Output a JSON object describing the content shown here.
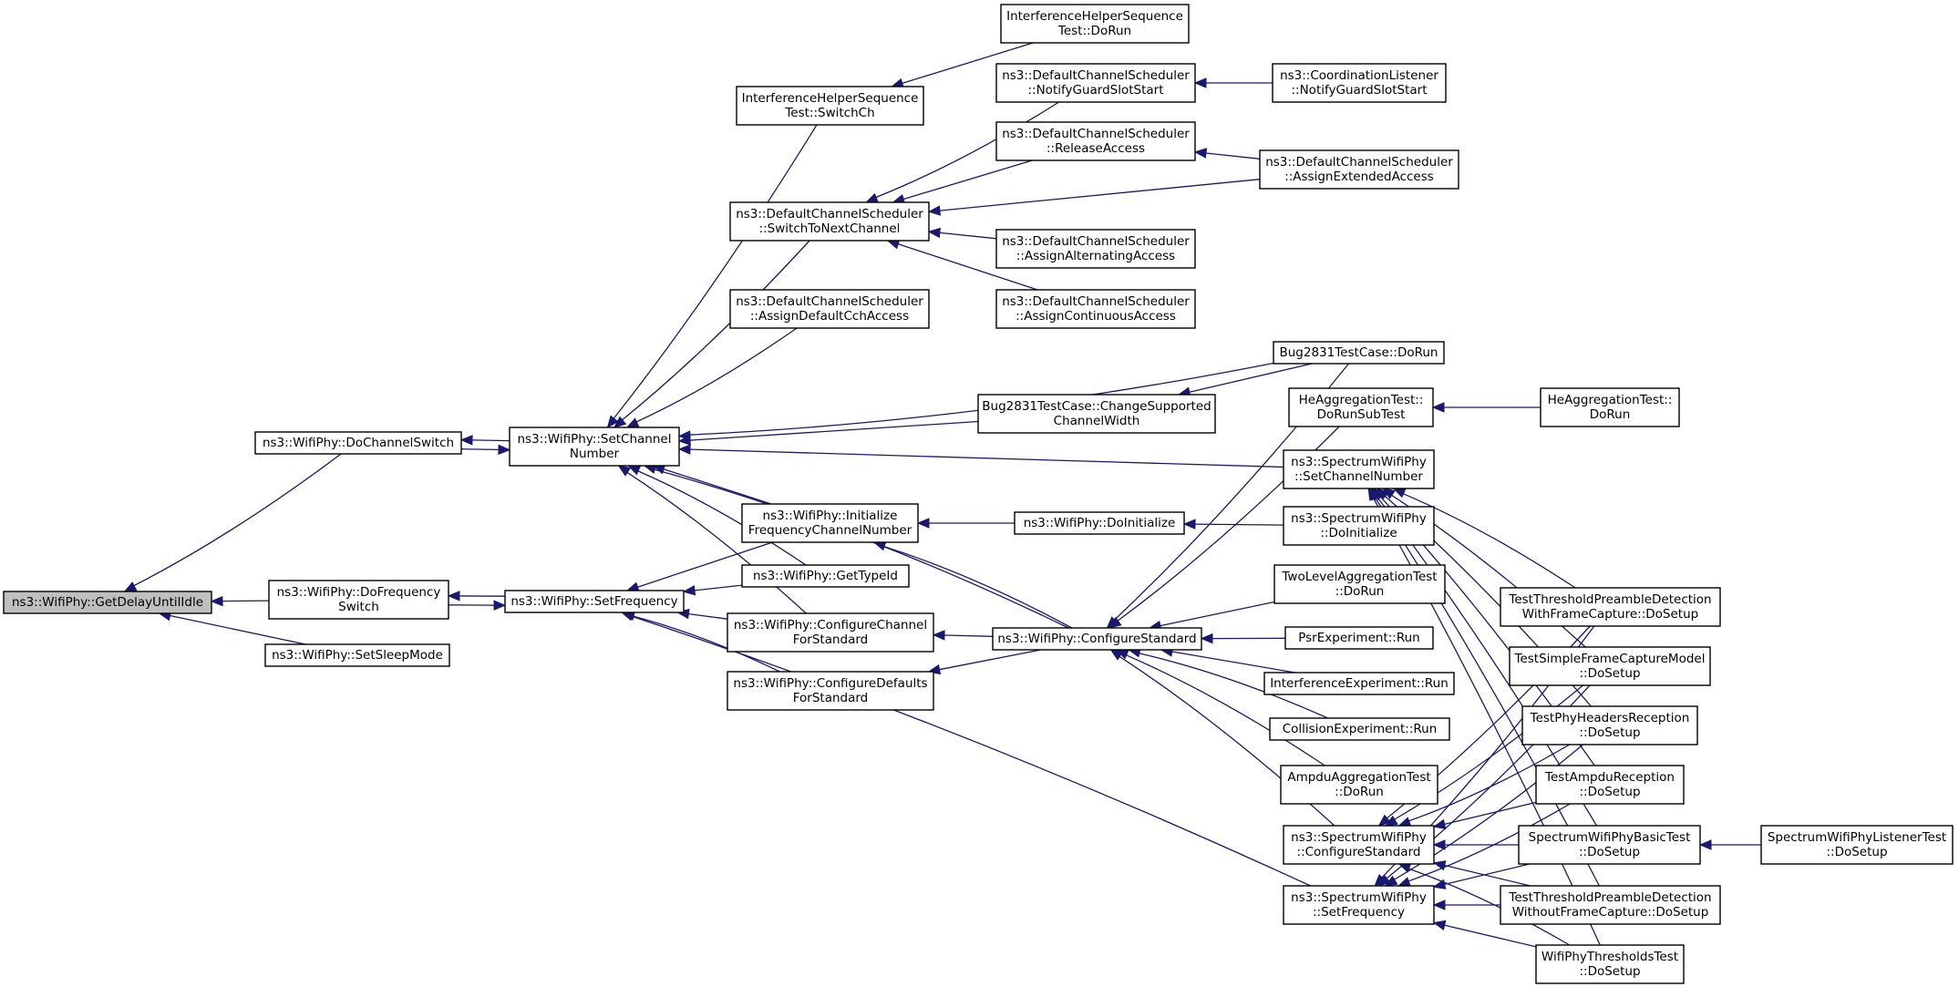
{
  "graph": {
    "nodes": [
      {
        "id": "getdelay",
        "lines": [
          "ns3::WifiPhy::GetDelayUntilIdle"
        ],
        "root": true
      },
      {
        "id": "dochswitch",
        "lines": [
          "ns3::WifiPhy::DoChannelSwitch"
        ]
      },
      {
        "id": "dofreqswitch",
        "lines": [
          "ns3::WifiPhy::DoFrequency",
          "Switch"
        ]
      },
      {
        "id": "setsleep",
        "lines": [
          "ns3::WifiPhy::SetSleepMode"
        ]
      },
      {
        "id": "setchnum",
        "lines": [
          "ns3::WifiPhy::SetChannel",
          "Number"
        ]
      },
      {
        "id": "setfreq",
        "lines": [
          "ns3::WifiPhy::SetFrequency"
        ]
      },
      {
        "id": "ihst_switch",
        "lines": [
          "InterferenceHelperSequence",
          "Test::SwitchCh"
        ]
      },
      {
        "id": "ihst_dorun",
        "lines": [
          "InterferenceHelperSequence",
          "Test::DoRun"
        ]
      },
      {
        "id": "dcs_switch",
        "lines": [
          "ns3::DefaultChannelScheduler",
          "::SwitchToNextChannel"
        ]
      },
      {
        "id": "dcs_guard",
        "lines": [
          "ns3::DefaultChannelScheduler",
          "::NotifyGuardSlotStart"
        ]
      },
      {
        "id": "cl_guard",
        "lines": [
          "ns3::CoordinationListener",
          "::NotifyGuardSlotStart"
        ]
      },
      {
        "id": "dcs_release",
        "lines": [
          "ns3::DefaultChannelScheduler",
          "::ReleaseAccess"
        ]
      },
      {
        "id": "dcs_extended",
        "lines": [
          "ns3::DefaultChannelScheduler",
          "::AssignExtendedAccess"
        ]
      },
      {
        "id": "dcs_alt",
        "lines": [
          "ns3::DefaultChannelScheduler",
          "::AssignAlternatingAccess"
        ]
      },
      {
        "id": "dcs_cont",
        "lines": [
          "ns3::DefaultChannelScheduler",
          "::AssignContinuousAccess"
        ]
      },
      {
        "id": "dcs_cch",
        "lines": [
          "ns3::DefaultChannelScheduler",
          "::AssignDefaultCchAccess"
        ]
      },
      {
        "id": "bug_dorun",
        "lines": [
          "Bug2831TestCase::DoRun"
        ]
      },
      {
        "id": "bug_change",
        "lines": [
          "Bug2831TestCase::ChangeSupported",
          "ChannelWidth"
        ]
      },
      {
        "id": "heagg_sub",
        "lines": [
          "HeAggregationTest::",
          "DoRunSubTest"
        ]
      },
      {
        "id": "heagg_run",
        "lines": [
          "HeAggregationTest::",
          "DoRun"
        ]
      },
      {
        "id": "swp_setch",
        "lines": [
          "ns3::SpectrumWifiPhy",
          "::SetChannelNumber"
        ]
      },
      {
        "id": "init_freq",
        "lines": [
          "ns3::WifiPhy::Initialize",
          "FrequencyChannelNumber"
        ]
      },
      {
        "id": "doinit",
        "lines": [
          "ns3::WifiPhy::DoInitialize"
        ]
      },
      {
        "id": "swp_doinit",
        "lines": [
          "ns3::SpectrumWifiPhy",
          "::DoInitialize"
        ]
      },
      {
        "id": "gettypeid",
        "lines": [
          "ns3::WifiPhy::GetTypeId"
        ]
      },
      {
        "id": "cfgchan",
        "lines": [
          "ns3::WifiPhy::ConfigureChannel",
          "ForStandard"
        ]
      },
      {
        "id": "cfgdef",
        "lines": [
          "ns3::WifiPhy::ConfigureDefaults",
          "ForStandard"
        ]
      },
      {
        "id": "cfgstd",
        "lines": [
          "ns3::WifiPhy::ConfigureStandard"
        ]
      },
      {
        "id": "twolevel",
        "lines": [
          "TwoLevelAggregationTest",
          "::DoRun"
        ]
      },
      {
        "id": "psr",
        "lines": [
          "PsrExperiment::Run"
        ]
      },
      {
        "id": "interf",
        "lines": [
          "InterferenceExperiment::Run"
        ]
      },
      {
        "id": "collision",
        "lines": [
          "CollisionExperiment::Run"
        ]
      },
      {
        "id": "ampduagg",
        "lines": [
          "AmpduAggregationTest",
          "::DoRun"
        ]
      },
      {
        "id": "swp_cfgstd",
        "lines": [
          "ns3::SpectrumWifiPhy",
          "::ConfigureStandard"
        ]
      },
      {
        "id": "swp_setfreq",
        "lines": [
          "ns3::SpectrumWifiPhy",
          "::SetFrequency"
        ]
      },
      {
        "id": "ttpd_with",
        "lines": [
          "TestThresholdPreambleDetection",
          "WithFrameCapture::DoSetup"
        ]
      },
      {
        "id": "tsfcm",
        "lines": [
          "TestSimpleFrameCaptureModel",
          "::DoSetup"
        ]
      },
      {
        "id": "tphr",
        "lines": [
          "TestPhyHeadersReception",
          "::DoSetup"
        ]
      },
      {
        "id": "tampdu",
        "lines": [
          "TestAmpduReception",
          "::DoSetup"
        ]
      },
      {
        "id": "swpbt",
        "lines": [
          "SpectrumWifiPhyBasicTest",
          "::DoSetup"
        ]
      },
      {
        "id": "swplt",
        "lines": [
          "SpectrumWifiPhyListenerTest",
          "::DoSetup"
        ]
      },
      {
        "id": "ttpd_without",
        "lines": [
          "TestThresholdPreambleDetection",
          "WithoutFrameCapture::DoSetup"
        ]
      },
      {
        "id": "wpt",
        "lines": [
          "WifiPhyThresholdsTest",
          "::DoSetup"
        ]
      }
    ],
    "edges": [
      [
        "getdelay",
        "dochswitch"
      ],
      [
        "getdelay",
        "dofreqswitch"
      ],
      [
        "getdelay",
        "setsleep"
      ],
      [
        "dochswitch",
        "setchnum"
      ],
      [
        "setchnum",
        "dochswitch"
      ],
      [
        "dofreqswitch",
        "setfreq"
      ],
      [
        "setfreq",
        "dofreqswitch"
      ],
      [
        "setchnum",
        "ihst_switch"
      ],
      [
        "setchnum",
        "dcs_switch"
      ],
      [
        "setchnum",
        "dcs_cch"
      ],
      [
        "setchnum",
        "bug_dorun"
      ],
      [
        "setchnum",
        "bug_change"
      ],
      [
        "setchnum",
        "swp_setch"
      ],
      [
        "setchnum",
        "init_freq"
      ],
      [
        "setchnum",
        "gettypeid"
      ],
      [
        "setchnum",
        "cfgchan"
      ],
      [
        "setchnum",
        "cfgstd"
      ],
      [
        "ihst_switch",
        "ihst_dorun"
      ],
      [
        "dcs_switch",
        "dcs_guard"
      ],
      [
        "dcs_switch",
        "dcs_release"
      ],
      [
        "dcs_switch",
        "dcs_extended"
      ],
      [
        "dcs_switch",
        "dcs_alt"
      ],
      [
        "dcs_switch",
        "dcs_cont"
      ],
      [
        "dcs_guard",
        "cl_guard"
      ],
      [
        "dcs_release",
        "dcs_extended"
      ],
      [
        "bug_change",
        "bug_dorun"
      ],
      [
        "heagg_sub",
        "heagg_run"
      ],
      [
        "setfreq",
        "init_freq"
      ],
      [
        "setfreq",
        "gettypeid"
      ],
      [
        "setfreq",
        "cfgchan"
      ],
      [
        "setfreq",
        "cfgdef"
      ],
      [
        "setfreq",
        "swp_setfreq"
      ],
      [
        "init_freq",
        "doinit"
      ],
      [
        "init_freq",
        "cfgstd"
      ],
      [
        "doinit",
        "swp_doinit"
      ],
      [
        "cfgchan",
        "cfgstd"
      ],
      [
        "cfgdef",
        "cfgstd"
      ],
      [
        "cfgstd",
        "bug_dorun"
      ],
      [
        "cfgstd",
        "heagg_sub"
      ],
      [
        "cfgstd",
        "twolevel"
      ],
      [
        "cfgstd",
        "psr"
      ],
      [
        "cfgstd",
        "interf"
      ],
      [
        "cfgstd",
        "collision"
      ],
      [
        "cfgstd",
        "ampduagg"
      ],
      [
        "cfgstd",
        "swp_cfgstd"
      ],
      [
        "swp_setch",
        "ttpd_with"
      ],
      [
        "swp_setch",
        "tsfcm"
      ],
      [
        "swp_setch",
        "tphr"
      ],
      [
        "swp_setch",
        "tampdu"
      ],
      [
        "swp_setch",
        "swpbt"
      ],
      [
        "swp_setch",
        "ttpd_without"
      ],
      [
        "swp_setch",
        "wpt"
      ],
      [
        "swp_cfgstd",
        "ttpd_with"
      ],
      [
        "swp_cfgstd",
        "tsfcm"
      ],
      [
        "swp_cfgstd",
        "tphr"
      ],
      [
        "swp_cfgstd",
        "tampdu"
      ],
      [
        "swp_cfgstd",
        "swpbt"
      ],
      [
        "swp_cfgstd",
        "ttpd_without"
      ],
      [
        "swp_cfgstd",
        "wpt"
      ],
      [
        "swp_setfreq",
        "ttpd_with"
      ],
      [
        "swp_setfreq",
        "tsfcm"
      ],
      [
        "swp_setfreq",
        "tphr"
      ],
      [
        "swp_setfreq",
        "tampdu"
      ],
      [
        "swp_setfreq",
        "swpbt"
      ],
      [
        "swp_setfreq",
        "ttpd_without"
      ],
      [
        "swp_setfreq",
        "wpt"
      ],
      [
        "swpbt",
        "swplt"
      ]
    ]
  },
  "colors": {
    "edge": "#191970",
    "root_fill": "#bfbfbf",
    "node_fill": "#ffffff",
    "node_stroke": "#000000"
  }
}
